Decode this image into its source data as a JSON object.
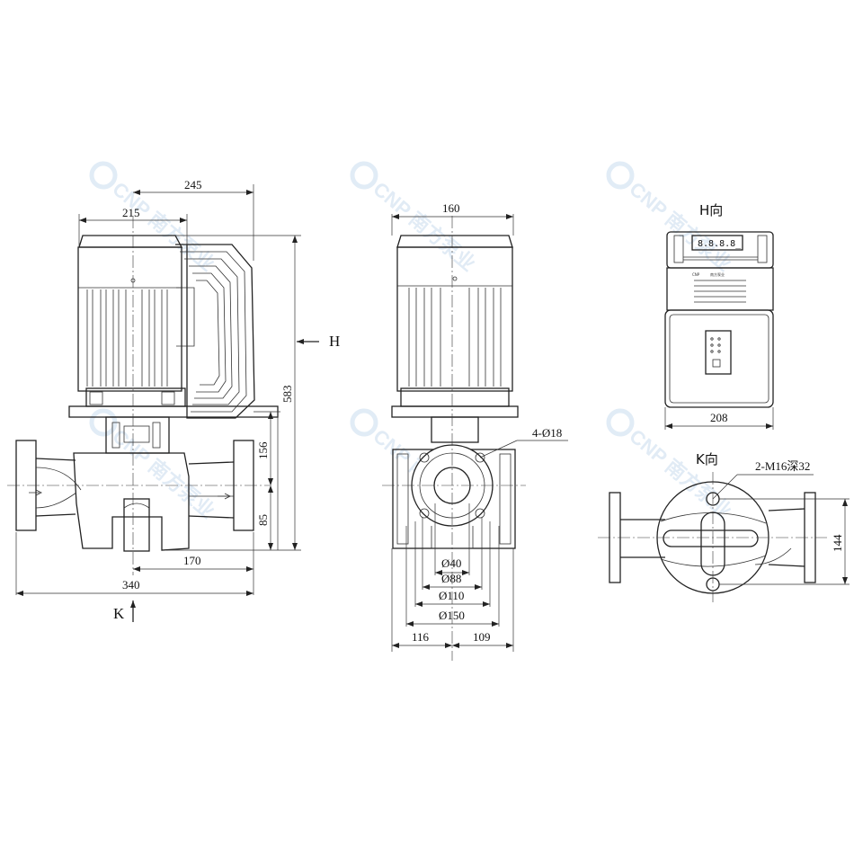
{
  "watermark": {
    "brand": "CNP",
    "cn": "南方泵业"
  },
  "front_view": {
    "dim_top": "245",
    "dim_motor": "215",
    "dim_height": "583",
    "dim_upper": "156",
    "dim_lower": "85",
    "dim_inner": "170",
    "dim_total": "340",
    "arrow_h": "H",
    "arrow_k": "K"
  },
  "side_view": {
    "dim_top": "160",
    "bolt_note": "4-Ø18",
    "d1": "Ø40",
    "d2": "Ø88",
    "d3": "Ø110",
    "d4": "Ø150",
    "dim_left": "116",
    "dim_right": "109"
  },
  "h_view": {
    "title": "H向",
    "width": "208",
    "lcd": "8.8.8.8_",
    "panel_brand": "CNP",
    "panel_cn": "南方泵业"
  },
  "k_view": {
    "title": "K向",
    "thread_note": "2-M16深32",
    "dim_side": "144"
  }
}
